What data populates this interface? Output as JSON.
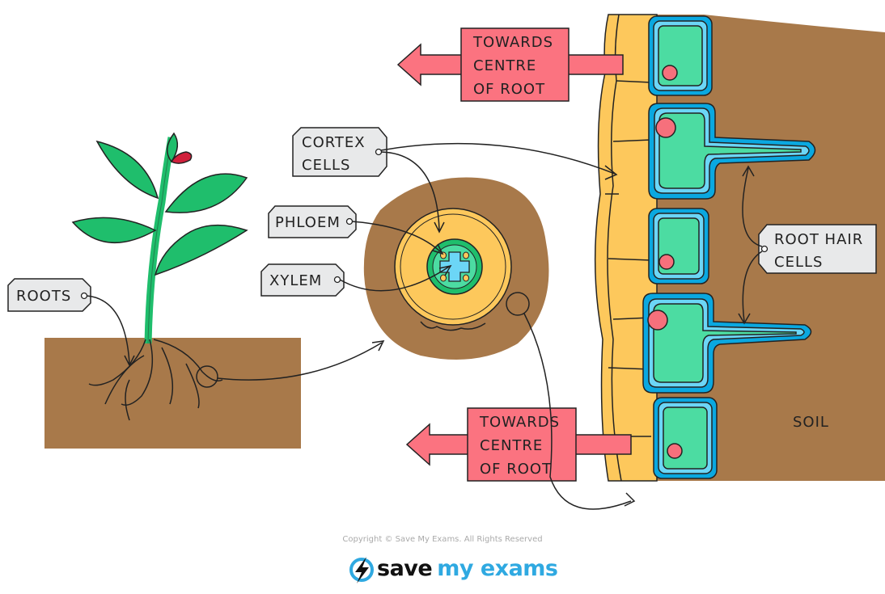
{
  "labels": {
    "roots": "ROOTS",
    "cortex_line1": "CORTEX",
    "cortex_line2": "CELLS",
    "phloem": "PHLOEM",
    "xylem": "XYLEM",
    "root_hair_line1": "ROOT HAIR",
    "root_hair_line2": "CELLS",
    "soil": "SOIL"
  },
  "arrows": {
    "top": [
      "TOWARDS",
      "CENTRE",
      "OF ROOT"
    ],
    "bottom": [
      "TOWARDS",
      "CENTRE",
      "OF ROOT"
    ]
  },
  "footer": {
    "copyright": "Copyright © Save My Exams. All Rights Reserved",
    "logo_part1": "save",
    "logo_part2": "my exams"
  },
  "colors": {
    "soil": "#a8794a",
    "cortex": "#fdc85c",
    "cell_wall": "#0aa8e0",
    "cell_membrane": "#6cd6f6",
    "cytoplasm": "#4cdca2",
    "nucleus": "#f6707c",
    "plant": "#1fbe6c",
    "arrow": "#fb7380",
    "tag": "#e8e9ea"
  }
}
